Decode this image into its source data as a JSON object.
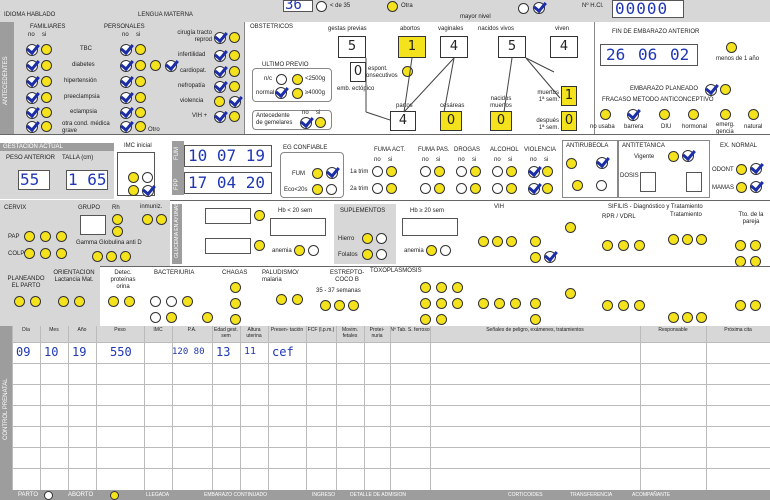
{
  "top": {
    "idioma_label": "IDIOMA HABLADO",
    "lengua_label": "LENGUA MATERNA",
    "age_value": "36",
    "menor15_label": "< de 35",
    "otra_label": "Otra",
    "hcl_label": "Nº H.Cl.",
    "hcl_value": "00000",
    "mayor_label": "mayor nivel"
  },
  "antecedentes": {
    "side_label": "ANTECEDENTES",
    "familiares": "FAMILIARES",
    "personales": "PERSONALES",
    "no": "no",
    "si": "si",
    "rows": [
      "TBC",
      "diabetes",
      "hipertensión",
      "preeclampsia",
      "eclampsia",
      "otra cond. médica grave"
    ],
    "personal_right": [
      "cirugía tracto reprod",
      "infertilidad",
      "cardiopat.",
      "nefropatía",
      "violencia",
      "VIH +"
    ],
    "otro": "Otro",
    "obstetricos": "OBSTETRICOS",
    "gestas_label": "gestas previas",
    "gestas_value": "5",
    "abortos_label": "abortos",
    "abortos_value": "1",
    "vaginales_label": "vaginales",
    "vaginales_value": "4",
    "nacidos_vivos_label": "nacidos vivos",
    "nacidos_vivos_value": "5",
    "viven_label": "viven",
    "viven_value": "4",
    "ectop_value": "0",
    "ectop_label": "emb. ectópico",
    "consecutivos_label": "3 espont. consecutivos",
    "partos_label": "partos",
    "partos_value": "4",
    "cesareas_label": "cesáreas",
    "cesareas_value": "0",
    "nac_muertos_label": "nacidos muertos",
    "nac_muertos_value": "0",
    "muertos_1sem_label": "muertos 1ª sem.",
    "muertos_1sem_value": "1",
    "despues_label": "después 1ª sem.",
    "despues_value": "0",
    "ultimo_previo": "ULTIMO PREVIO",
    "nc": "n/c",
    "menor2500": "<2500g",
    "normal": "normal",
    "mayor4000": "≥4000g",
    "gemelares": "Antecedente de gemelares",
    "fin_embarazo": "FIN DE EMBARAZO ANTERIOR",
    "fin_dd": "26",
    "fin_mm": "06",
    "fin_aa": "02",
    "menos1": "menos de 1 año",
    "planeado": "EMBARAZO PLANEADO",
    "fracaso": "FRACASO METODO ANTICONCEPTIVO",
    "metodos": [
      "no usaba",
      "barrera",
      "DIU",
      "hormonal",
      "emerg. gencia",
      "natural"
    ]
  },
  "gestacion": {
    "title": "GESTACION ACTUAL",
    "peso_label": "PESO ANTERIOR",
    "peso_value": "55",
    "talla_label": "TALLA (cm)",
    "talla_value": "1 65",
    "imc_label": "IMC inicial",
    "fum_label": "FUM",
    "fum_value": "10 07 19",
    "fpp_label": "FPP",
    "fpp_value": "17 04 20",
    "eg_label": "EG CONFIABLE",
    "por_fum": "FUM",
    "eco": "Eco<20s",
    "fuma_act": "FUMA ACT.",
    "fuma_pas": "FUMA PAS.",
    "drogas": "DROGAS",
    "alcohol": "ALCOHOL",
    "violencia": "VIOLENCIA",
    "trim1": "1a trim",
    "trim2": "2a trim",
    "antirubeola": "ANTIRUBEOLA",
    "antitetanica": "ANTITETANICA",
    "vigente": "Vigente",
    "dosis": "DOSIS",
    "ex_normal": "EX. NORMAL",
    "odont": "ODONT",
    "mamas": "MAMAS"
  },
  "labs": {
    "cervix": "CERVIX",
    "grupo": "GRUPO",
    "rh": "Rh",
    "inmuniz": "inmuniz.",
    "pap": "PAP",
    "colp": "COLP",
    "gammaglob": "Gamma Globulina anti D",
    "hb20": "Hb < 20 sem",
    "hb20b": "Hb ≥ 20 sem",
    "suplementos": "SUPLEMENTOS",
    "hierro": "Hierro",
    "folatos": "Folatos",
    "anemia": "anemia",
    "vih": "VIH",
    "sifilis": "SIFILIS - Diagnóstico y Tratamiento",
    "rpr": "RPR / VDRL",
    "tratamiento": "Tratamiento",
    "pareja": "Tto. de la pareja",
    "glucemia": "GLUCEMIA EN AYUNAS",
    "bacteriuria": "BACTERIURIA",
    "chagas": "CHAGAS",
    "paludismo": "PALUDISMO/ malaria",
    "estrepto": "ESTREPTO- COCO B",
    "estrepto_weeks": "35 - 37 semanas",
    "toxo": "TOXOPLASMOSIS",
    "planificando": "PLANEANDO EL PARTO",
    "orientacion": "ORIENTACION Lactancia Mat.",
    "detec": "Detec. proteínas orina"
  },
  "control": {
    "side_label": "CONTROL PRENATAL",
    "headers": [
      "Día",
      "Mes",
      "Año",
      "Peso",
      "IMC",
      "P.A.",
      "Edad gest. sem",
      "Altura uterina",
      "Presen- tación",
      "FCF (l.p.m.)",
      "Movim. fetales",
      "Protei- nuria",
      "Nº Tab. S. ferroso",
      "Señales de peligro, exámenes, tratamientos",
      "Responsable",
      "Próxima cita"
    ],
    "row1": {
      "dia": "09",
      "mes": "10",
      "anio": "19",
      "peso": "550",
      "pa": "120  80",
      "eg": "13",
      "altura": "11",
      "presentacion": "cef"
    }
  },
  "footer": {
    "parto": "PARTO",
    "aborto": "ABORTO",
    "items": [
      "LLEGADA",
      "EMBARAZO CONTINUADO",
      "INGRESO",
      "DETALLE DE ADMISION",
      "CORTICOIDES",
      "TRANSFERENCIA",
      "ACOMPAÑANTE"
    ]
  }
}
